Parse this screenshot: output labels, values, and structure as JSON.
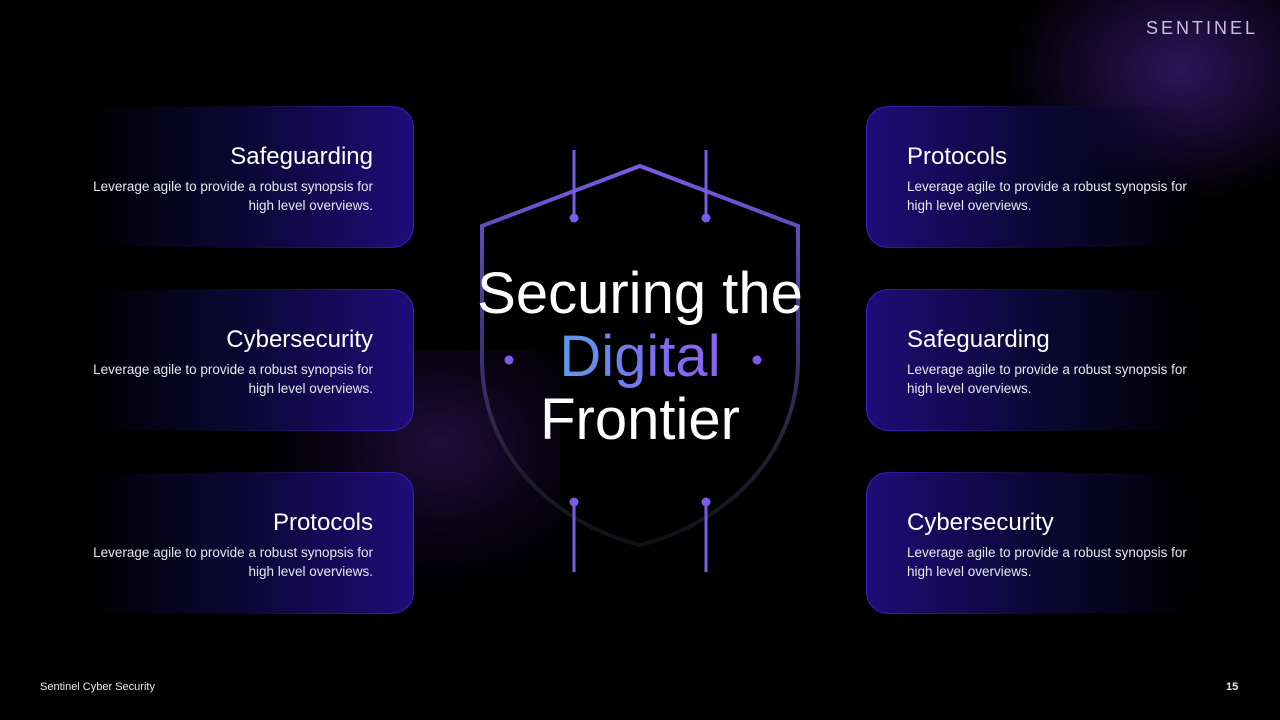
{
  "brand": "SENTINEL",
  "headline": {
    "line1": "Securing the",
    "line2": "Digital",
    "line3": "Frontier"
  },
  "cards_left": [
    {
      "title": "Safeguarding",
      "desc": "Leverage agile to provide  a robust  synopsis for high level overviews."
    },
    {
      "title": "Cybersecurity",
      "desc": "Leverage agile to provide  a robust  synopsis for high level overviews."
    },
    {
      "title": "Protocols",
      "desc": "Leverage agile to provide  a robust  synopsis for high level overviews."
    }
  ],
  "cards_right": [
    {
      "title": "Protocols",
      "desc": "Leverage agile to provide  a robust  synopsis for high level overviews."
    },
    {
      "title": "Safeguarding",
      "desc": "Leverage agile to provide  a robust  synopsis for high level overviews."
    },
    {
      "title": "Cybersecurity",
      "desc": "Leverage agile to provide  a robust  synopsis for high level overviews."
    }
  ],
  "footer": {
    "company": "Sentinel Cyber Security",
    "page_number": "15"
  },
  "colors": {
    "accent": "#7b5ce8",
    "card_fill": "#1f0d78",
    "background": "#000000"
  },
  "icons": {
    "center": "shield-icon"
  }
}
